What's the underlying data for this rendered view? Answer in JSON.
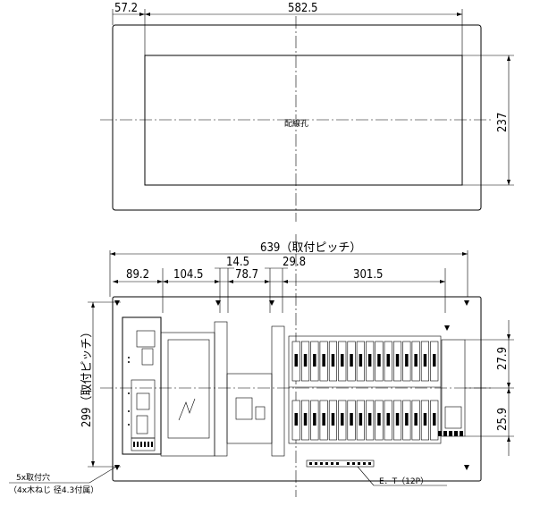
{
  "top_view": {
    "dim_left": "57.2",
    "dim_width": "582.5",
    "dim_height": "237",
    "hole_label": "配線孔"
  },
  "bottom_view": {
    "dim_pitch": "639（取付ピッチ）",
    "dim_a": "89.2",
    "dim_b": "104.5",
    "dim_c": "14.5",
    "dim_d": "78.7",
    "dim_e": "29.8",
    "dim_f": "301.5",
    "dim_v_pitch": "299（取付ピッチ）",
    "dim_r1": "27.9",
    "dim_r2": "25.9",
    "mount_holes_1": "5x取付穴",
    "mount_holes_2": "（4x木ねじ 径4.3付属）",
    "et_label": "E．T（12P）"
  }
}
